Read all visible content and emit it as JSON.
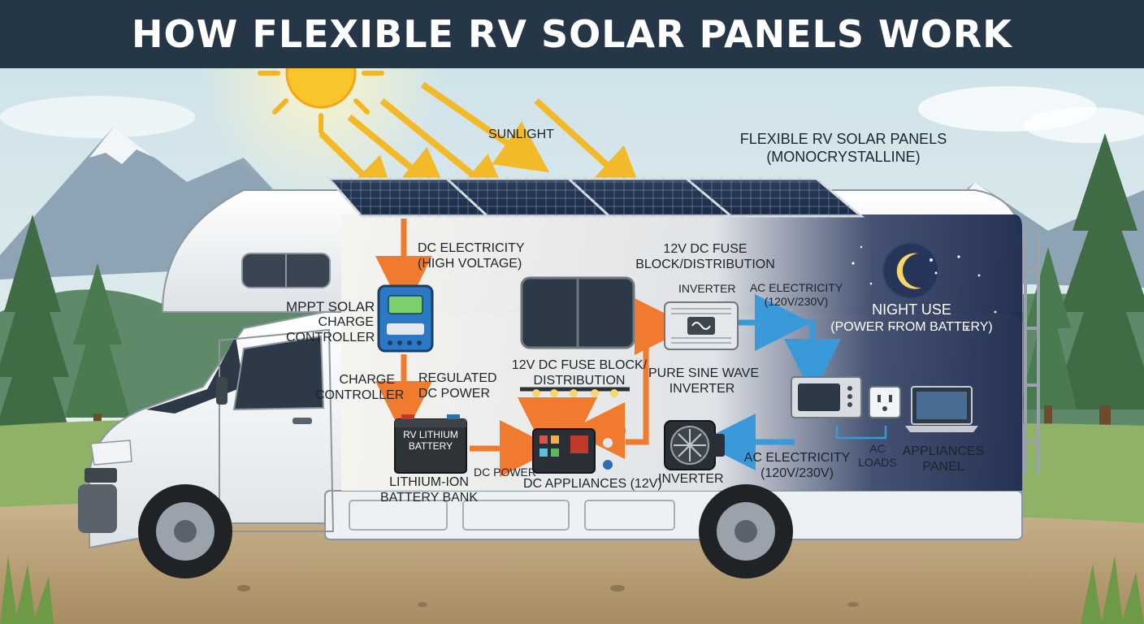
{
  "title": "HOW FLEXIBLE RV SOLAR PANELS WORK",
  "labels": {
    "sunlight": "SUNLIGHT",
    "solar_panels": [
      "FLEXIBLE RV SOLAR PANELS",
      "(MONOCRYSTALLINE)"
    ],
    "dc_electricity": [
      "DC ELECTRICITY",
      "(HIGH VOLTAGE)"
    ],
    "mppt_controller": [
      "MPPT SOLAR",
      "CHARGE",
      "CONTROLLER"
    ],
    "charge_controller": [
      "CHARGE",
      "CONTROLLER"
    ],
    "regulated_dc": [
      "REGULATED",
      "DC POWER"
    ],
    "battery_text": [
      "RV LITHIUM",
      "BATTERY"
    ],
    "battery_bank": [
      "LITHIUM-ION",
      "BATTERY BANK"
    ],
    "dc_power": "DC POWER",
    "dc_appliances": "DC APPLIANCES (12V)",
    "fuse_block_top": [
      "12V DC FUSE",
      "BLOCK/DISTRIBUTION"
    ],
    "fuse_block_mid": [
      "12V DC FUSE BLOCK/",
      "DISTRIBUTION"
    ],
    "inverter_top": "INVERTER",
    "inverter_bottom": "INVERTER",
    "ac_electricity_top": [
      "AC ELECTRICITY",
      "(120V/230V)"
    ],
    "ac_electricity_bottom": [
      "AC ELECTRICITY",
      "(120V/230V)"
    ],
    "pure_sine": [
      "PURE SINE WAVE",
      "INVERTER"
    ],
    "night_use": [
      "NIGHT USE",
      "(POWER FROM BATTERY)"
    ],
    "ac_loads": [
      "AC",
      "LOADS"
    ],
    "appliances_panel": [
      "APPLIANCES",
      "PANEL"
    ]
  },
  "icons": {
    "sun": "sun-icon",
    "moon": "moon-icon",
    "controller": "charge-controller-icon",
    "battery": "battery-icon",
    "fuse": "fuse-block-icon",
    "inverter": "inverter-icon",
    "fan": "fan-icon",
    "microwave": "microwave-icon",
    "outlet": "outlet-icon",
    "laptop": "laptop-icon"
  },
  "colors": {
    "title_bar": "#253747",
    "dc_flow": "#f07a2e",
    "ac_flow": "#3a9ad9",
    "sun_ray": "#f4b71e",
    "night_sky": "#1f2c4f"
  }
}
